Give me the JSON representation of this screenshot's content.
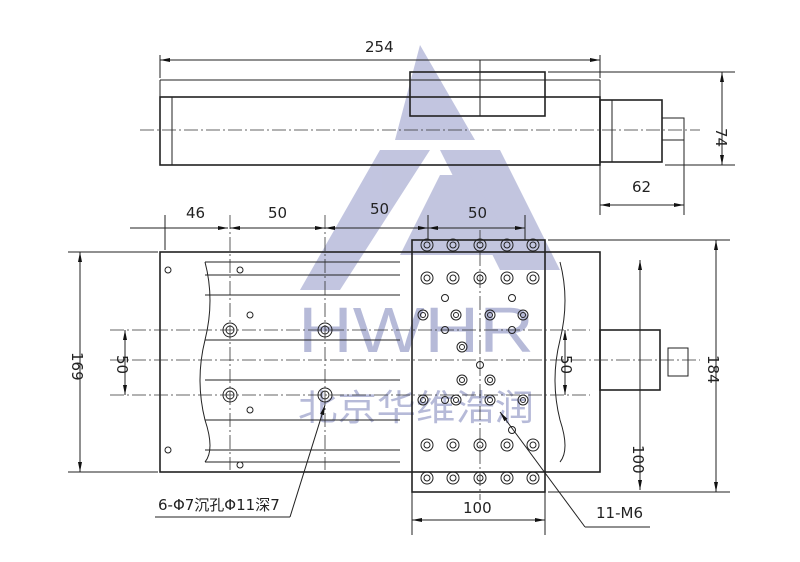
{
  "dimensions": {
    "top_length": "254",
    "top_height": "74",
    "motor_length": "62",
    "dim_46": "46",
    "dim_50_a": "50",
    "dim_50_b": "50",
    "dim_50_c": "50",
    "left_height": "169",
    "left_pitch": "50",
    "carriage_pitch": "50",
    "right_height": "184",
    "right_100": "100",
    "bottom_width": "100"
  },
  "callouts": {
    "counterbore_holes": "6-Φ7沉孔Φ11深7",
    "tapped_holes": "11-M6"
  },
  "watermark": {
    "brand": "HWHR",
    "company": "北京华维浩润"
  },
  "colors": {
    "line": "#222222",
    "watermark": "#9ea3cc"
  }
}
